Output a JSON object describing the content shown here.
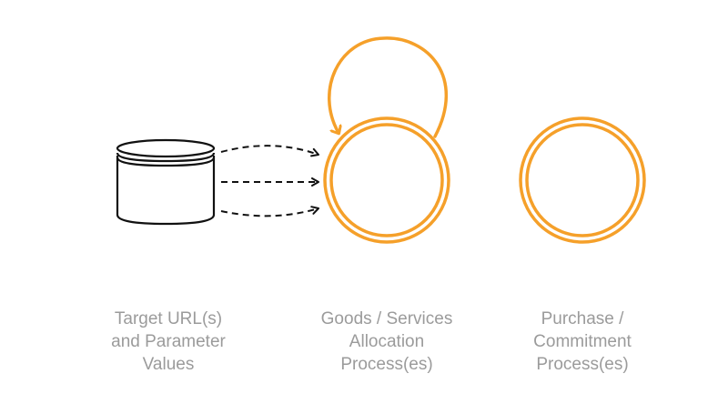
{
  "colors": {
    "accent": "#f5a02a",
    "ink": "#111111",
    "label": "#9b9b9b"
  },
  "nodes": [
    {
      "id": "target",
      "shape": "database-cylinder",
      "lines": [
        "Target URL(s)",
        "and Parameter",
        "Values"
      ]
    },
    {
      "id": "goods",
      "shape": "double-circle",
      "lines": [
        "Goods / Services",
        "Allocation",
        "Process(es)"
      ]
    },
    {
      "id": "purchase",
      "shape": "double-circle",
      "lines": [
        "Purchase /",
        "Commitment",
        "Process(es)"
      ]
    }
  ],
  "edges": [
    {
      "from": "target",
      "to": "goods",
      "style": "dashed-arrow"
    },
    {
      "from": "target",
      "to": "goods",
      "style": "dashed-arrow"
    },
    {
      "from": "target",
      "to": "goods",
      "style": "dashed-arrow"
    },
    {
      "from": "goods",
      "to": "goods",
      "style": "self-loop-arrow"
    }
  ]
}
